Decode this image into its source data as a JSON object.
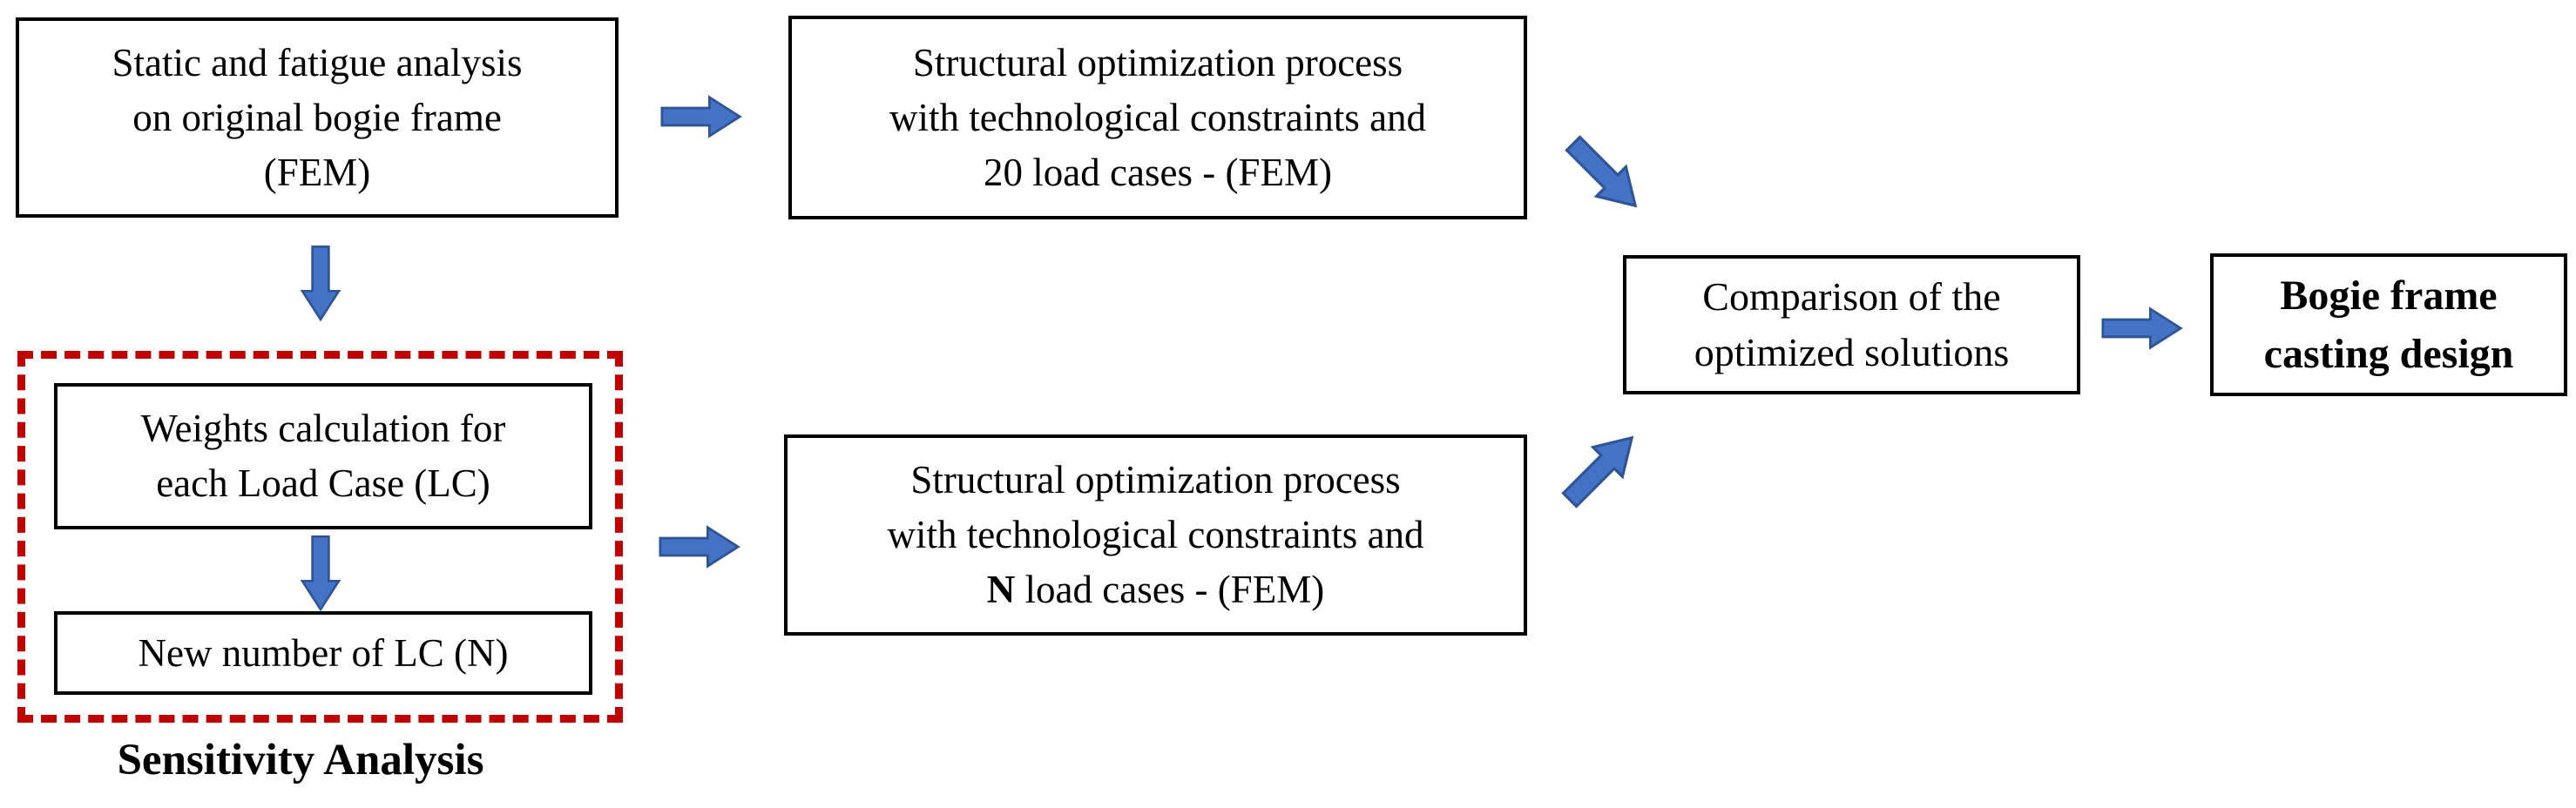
{
  "diagram": {
    "type": "flowchart",
    "boxes": {
      "static_analysis": {
        "line1": "Static and fatigue analysis",
        "line2": "on original bogie frame",
        "line3": "(FEM)"
      },
      "optimization_20lc": {
        "line1": "Structural optimization process",
        "line2": "with technological constraints and",
        "line3": "20 load cases - (FEM)"
      },
      "weights_calculation": {
        "line1": "Weights calculation for",
        "line2": "each Load Case (LC)"
      },
      "new_number_lc": {
        "line1": "New number of LC (N)"
      },
      "optimization_nlc": {
        "line1": "Structural optimization process",
        "line2": "with technological constraints and",
        "line3_bold": "N",
        "line3_rest": " load cases - (FEM)"
      },
      "comparison": {
        "line1": "Comparison of the",
        "line2": "optimized solutions"
      },
      "casting_design": {
        "line1": "Bogie frame",
        "line2": "casting design"
      }
    },
    "labels": {
      "sensitivity_analysis": "Sensitivity Analysis"
    },
    "colors": {
      "arrow_fill": "#4472C4",
      "arrow_outline": "#2F5496",
      "sensitivity_border": "#C00000",
      "box_border": "#000000",
      "background": "#FFFFFF"
    }
  }
}
